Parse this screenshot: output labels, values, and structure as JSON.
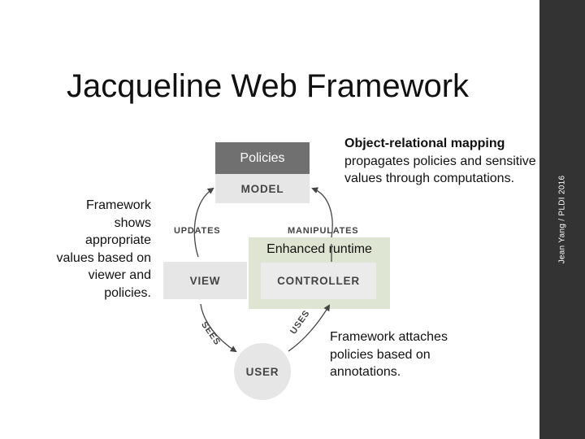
{
  "slide": {
    "title": "Jacqueline Web Framework",
    "footer": "Jean Yang / PLDI 2016"
  },
  "callouts": {
    "orm_heading": "Object-relational mapping",
    "orm_body": "propagates policies and sensitive values through computations.",
    "framework_shows": "Framework shows appropriate values based on viewer and policies.",
    "framework_attaches": "Framework attaches policies based on annotations."
  },
  "diagram": {
    "policies": "Policies",
    "model": "MODEL",
    "enhanced_runtime": "Enhanced runtime",
    "view": "VIEW",
    "controller": "CONTROLLER",
    "user": "USER",
    "edges": {
      "updates": "UPDATES",
      "manipulates": "MANIPULATES",
      "sees": "SEES",
      "uses": "USES"
    }
  },
  "colors": {
    "sidebar": "#333333",
    "policies_box": "#707070",
    "node_fill": "#e6e6e6",
    "runtime_fill": "#dfe5d3"
  }
}
